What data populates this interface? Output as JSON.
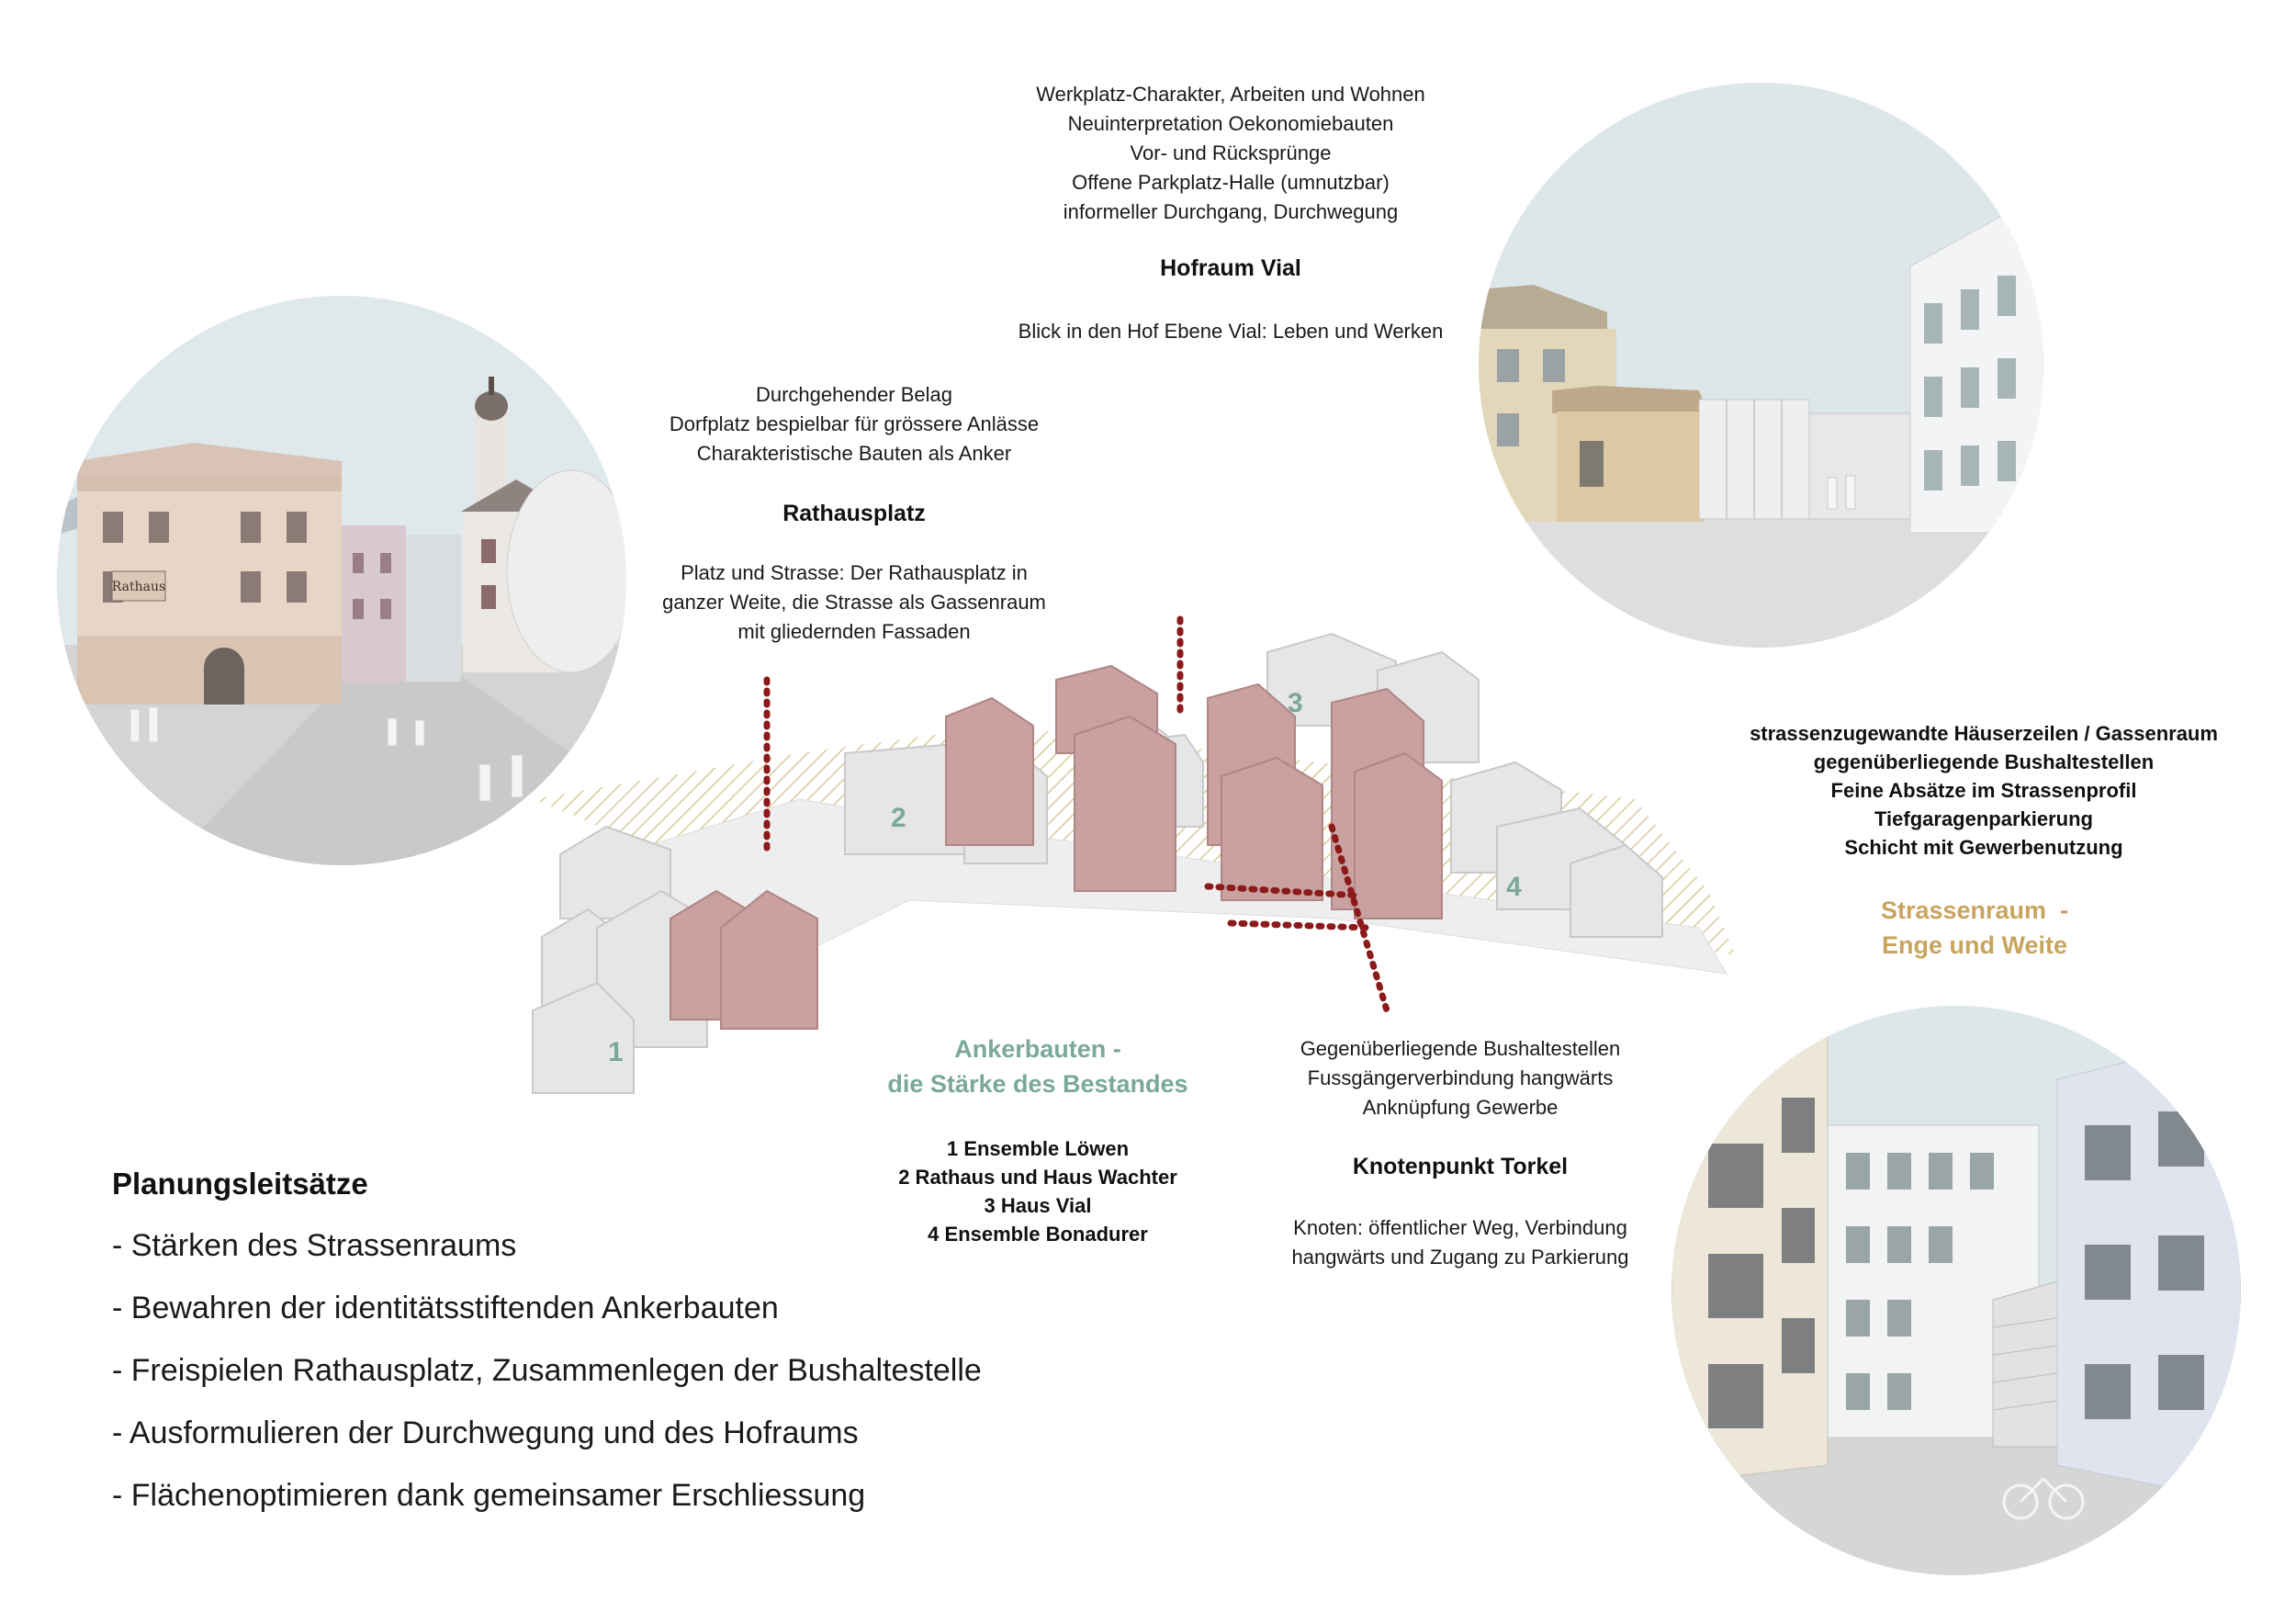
{
  "hofraum": {
    "lines": [
      "Werkplatz-Charakter, Arbeiten und Wohnen",
      "Neuinterpretation Oekonomiebauten",
      "Vor- und Rücksprünge",
      "Offene Parkplatz-Halle (umnutzbar)",
      "informeller Durchgang, Durchwegung"
    ],
    "title": "Hofraum Vial",
    "caption": "Blick in den Hof Ebene Vial: Leben und Werken"
  },
  "rathausplatz": {
    "lines": [
      "Durchgehender Belag",
      "Dorfplatz bespielbar für grössere Anlässe",
      "Charakteristische Bauten als Anker"
    ],
    "title": "Rathausplatz",
    "caption": [
      "Platz und Strasse: Der Rathausplatz in",
      "ganzer Weite, die Strasse als Gassenraum",
      "mit gliedernden Fassaden"
    ]
  },
  "strassenraum": {
    "lines": [
      "strassenzugewandte Häuserzeilen / Gassenraum",
      "gegenüberliegende Bushaltestellen",
      "Feine Absätze im Strassenprofil",
      "Tiefgaragenparkierung",
      "Schicht mit Gewerbenutzung"
    ],
    "title": [
      "Strassenraum  -",
      "Enge und Weite"
    ]
  },
  "ankerbauten": {
    "title": [
      "Ankerbauten -",
      "die Stärke des Bestandes"
    ],
    "list": [
      "1 Ensemble Löwen",
      "2 Rathaus und Haus Wachter",
      "3 Haus Vial",
      "4 Ensemble Bonadurer"
    ]
  },
  "knotenpunkt": {
    "lines": [
      "Gegenüberliegende Bushaltestellen",
      "Fussgängerverbindung hangwärts",
      "Anknüpfung Gewerbe"
    ],
    "title": "Knotenpunkt Torkel",
    "caption": [
      "Knoten: öffentlicher Weg, Verbindung",
      "hangwärts und Zugang zu Parkierung"
    ]
  },
  "principles": {
    "title": "Planungsleitsätze",
    "items": [
      "- Stärken des Strassenraums",
      "- Bewahren der identitätsstiftenden Ankerbauten",
      "- Freispielen Rathausplatz, Zusammenlegen der Bushaltestelle",
      "- Ausformulieren der Durchwegung und des Hofraums",
      "- Flächenoptimieren dank gemeinsamer Erschliessung"
    ]
  },
  "model": {
    "numbers": [
      "1",
      "2",
      "3",
      "4"
    ]
  },
  "sign": {
    "rathaus": "Rathaus"
  },
  "colors": {
    "anchor": "#c9a1a0",
    "dots": "#8b1a1a",
    "green": "#7aa89a",
    "gold": "#c8a45e",
    "sky": "#dde6e8",
    "hatch": "#d9c99a"
  }
}
